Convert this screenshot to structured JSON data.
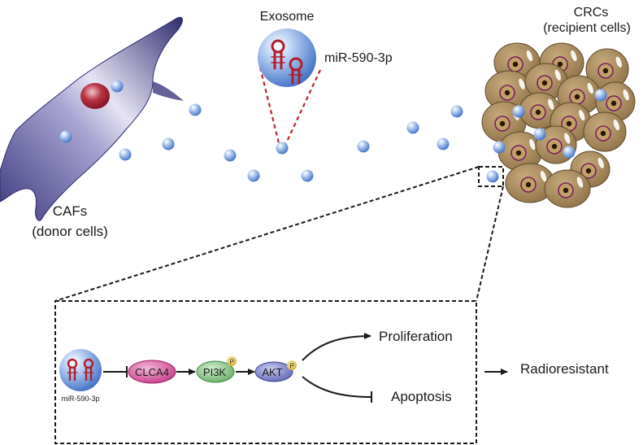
{
  "labels": {
    "exosome": "Exosome",
    "mirna_top": "miR-590-3p",
    "crcs_line1": "CRCs",
    "crcs_line2": "(recipient cells)",
    "cafs_line1": "CAFs",
    "cafs_line2": "(donor cells)"
  },
  "pathway": {
    "mirna": "miR-590-3p",
    "clca4": "CLCA4",
    "pi3k": "PI3K",
    "akt": "AKT",
    "phospho": "P",
    "proliferation": "Proliferation",
    "apoptosis": "Apoptosis",
    "outcome": "Radioresistant"
  },
  "colors": {
    "caf_body": "#4b4a8c",
    "nucleus": "#9b1b2c",
    "crc_cell": "#a4875a",
    "crc_nucleus_ring": "#7a2060",
    "exosome": "#5e8fdc",
    "hairpin": "#b01e2a",
    "clca4": "#d03a8c",
    "pi3k": "#6ab36a",
    "akt": "#6a6fbf",
    "phospho": "#e0b030"
  }
}
